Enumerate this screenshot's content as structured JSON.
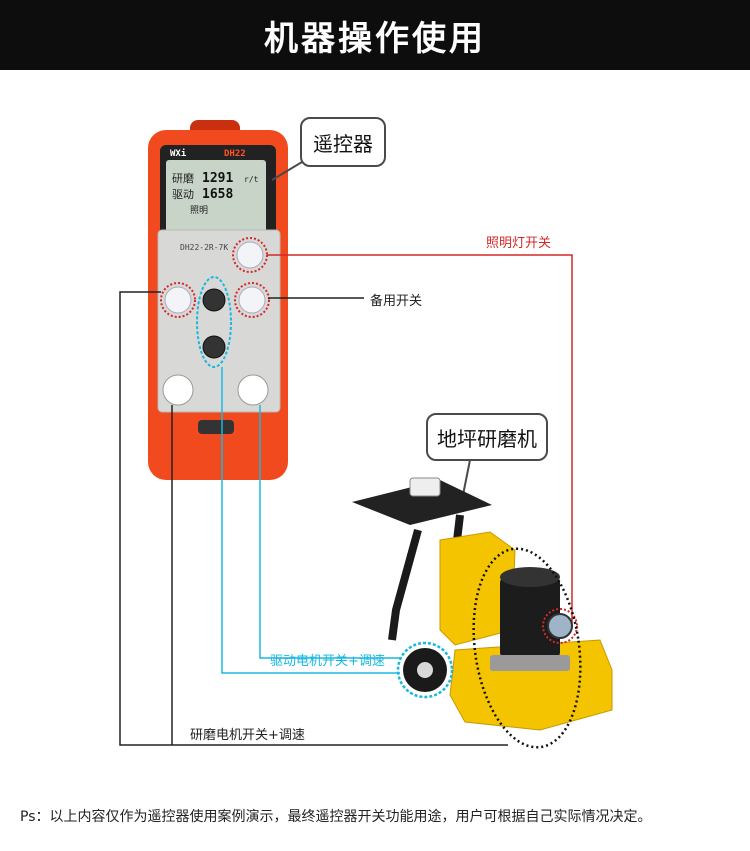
{
  "banner": {
    "title": "机器操作使用"
  },
  "callouts": {
    "remote": "遥控器",
    "grinder": "地坪研磨机"
  },
  "labels": {
    "light_switch": "照明灯开关",
    "spare_switch": "备用开关",
    "drive_motor": "驱动电机开关+调速",
    "grind_motor": "研磨电机开关+调速"
  },
  "remote": {
    "brand": "WXi",
    "model": "DH22",
    "screen_line1_left": "研磨",
    "screen_line1_value": "1291",
    "screen_line1_unit": "r/t",
    "screen_line2_left": "驱动",
    "screen_line2_value": "1658",
    "screen_line3": "照明",
    "panel_model": "DH22-2R-7K"
  },
  "colors": {
    "red": "#d42828",
    "cyan": "#18b8e0",
    "dark": "#222222",
    "remote_orange": "#f04a1e",
    "machine_yellow": "#f5c400"
  },
  "footer": {
    "note": "Ps：以上内容仅作为遥控器使用案例演示，最终遥控器开关功能用途，用户可根据自己实际情况决定。"
  }
}
